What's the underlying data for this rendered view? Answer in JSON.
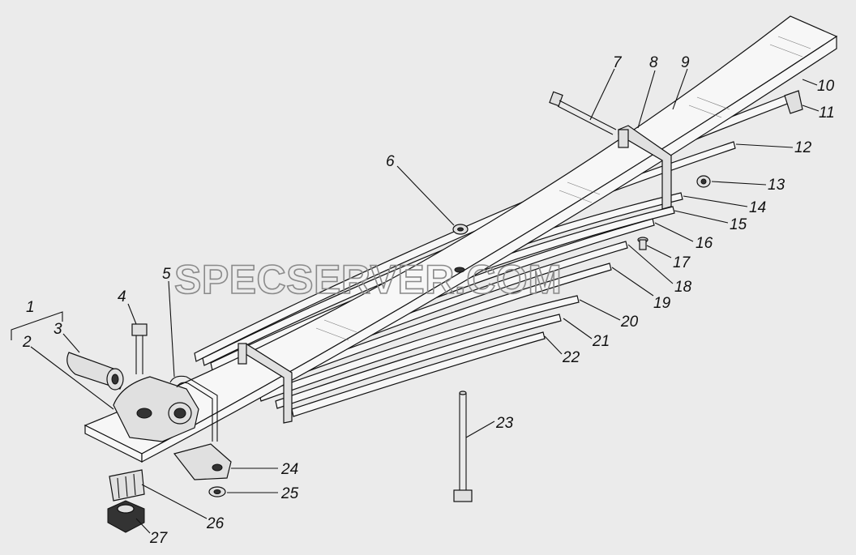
{
  "watermark": "SPECSERVER.COM",
  "callouts": {
    "c1": "1",
    "c2": "2",
    "c3": "3",
    "c4": "4",
    "c5": "5",
    "c6": "6",
    "c7": "7",
    "c8": "8",
    "c9": "9",
    "c10": "10",
    "c11": "11",
    "c12": "12",
    "c13": "13",
    "c14": "14",
    "c15": "15",
    "c16": "16",
    "c17": "17",
    "c18": "18",
    "c19": "19",
    "c20": "20",
    "c21": "21",
    "c22": "22",
    "c23": "23",
    "c24": "24",
    "c25": "25",
    "c26": "26",
    "c27": "27"
  },
  "colors": {
    "background": "#ebebeb",
    "line": "#111111",
    "watermark": "#8a8a8a"
  }
}
